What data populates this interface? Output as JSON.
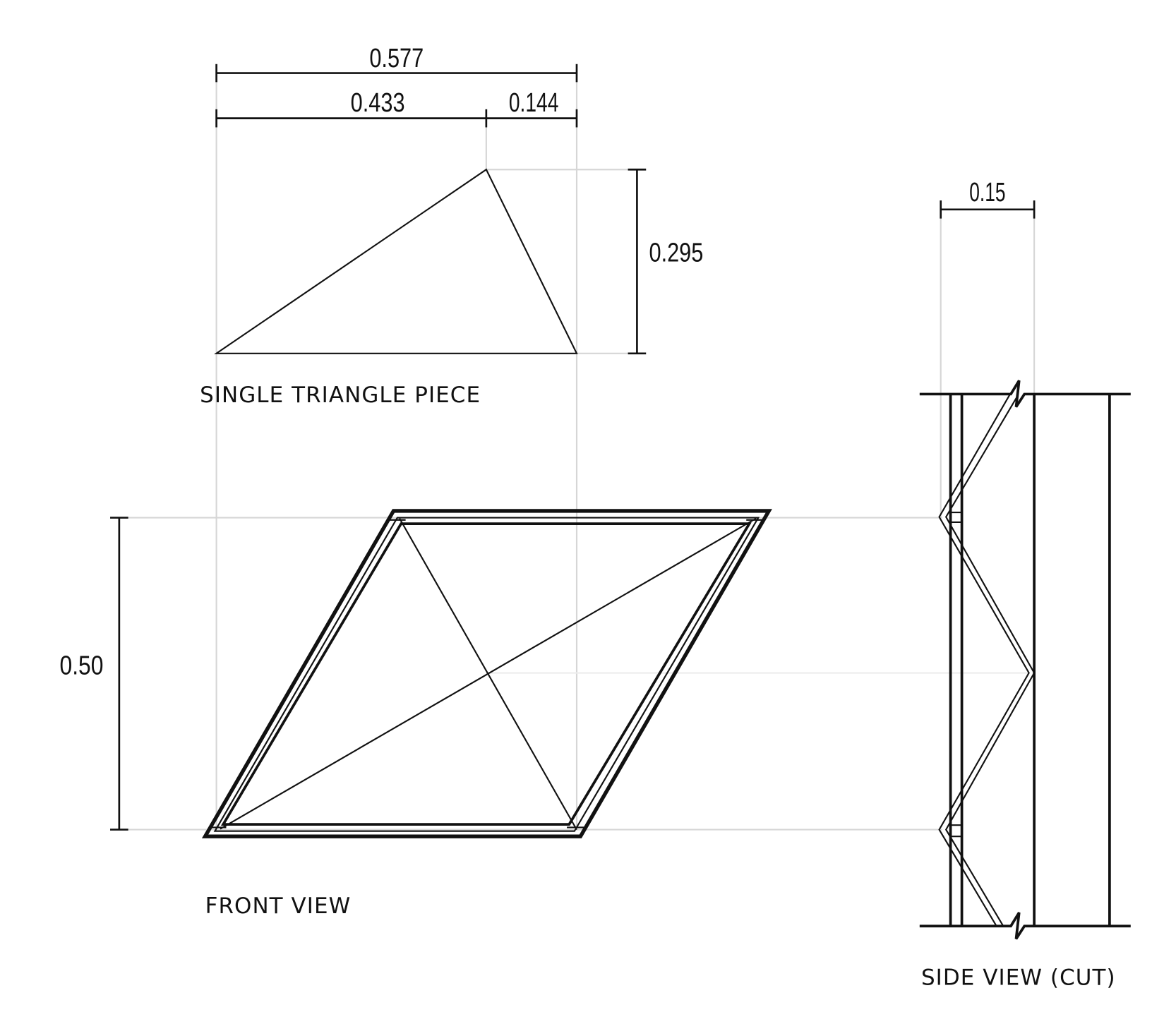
{
  "colors": {
    "line": "#111111",
    "extension": "#d6d6d6",
    "background": "#ffffff"
  },
  "triangle_piece": {
    "label": "SINGLE TRIANGLE PIECE",
    "dim_total_width": "0.577",
    "dim_left_width": "0.433",
    "dim_right_width": "0.144",
    "dim_height": "0.295"
  },
  "front_view": {
    "label": "FRONT VIEW",
    "dim_height": "0.50"
  },
  "side_view": {
    "label": "SIDE VIEW (CUT)",
    "dim_depth": "0.15"
  }
}
